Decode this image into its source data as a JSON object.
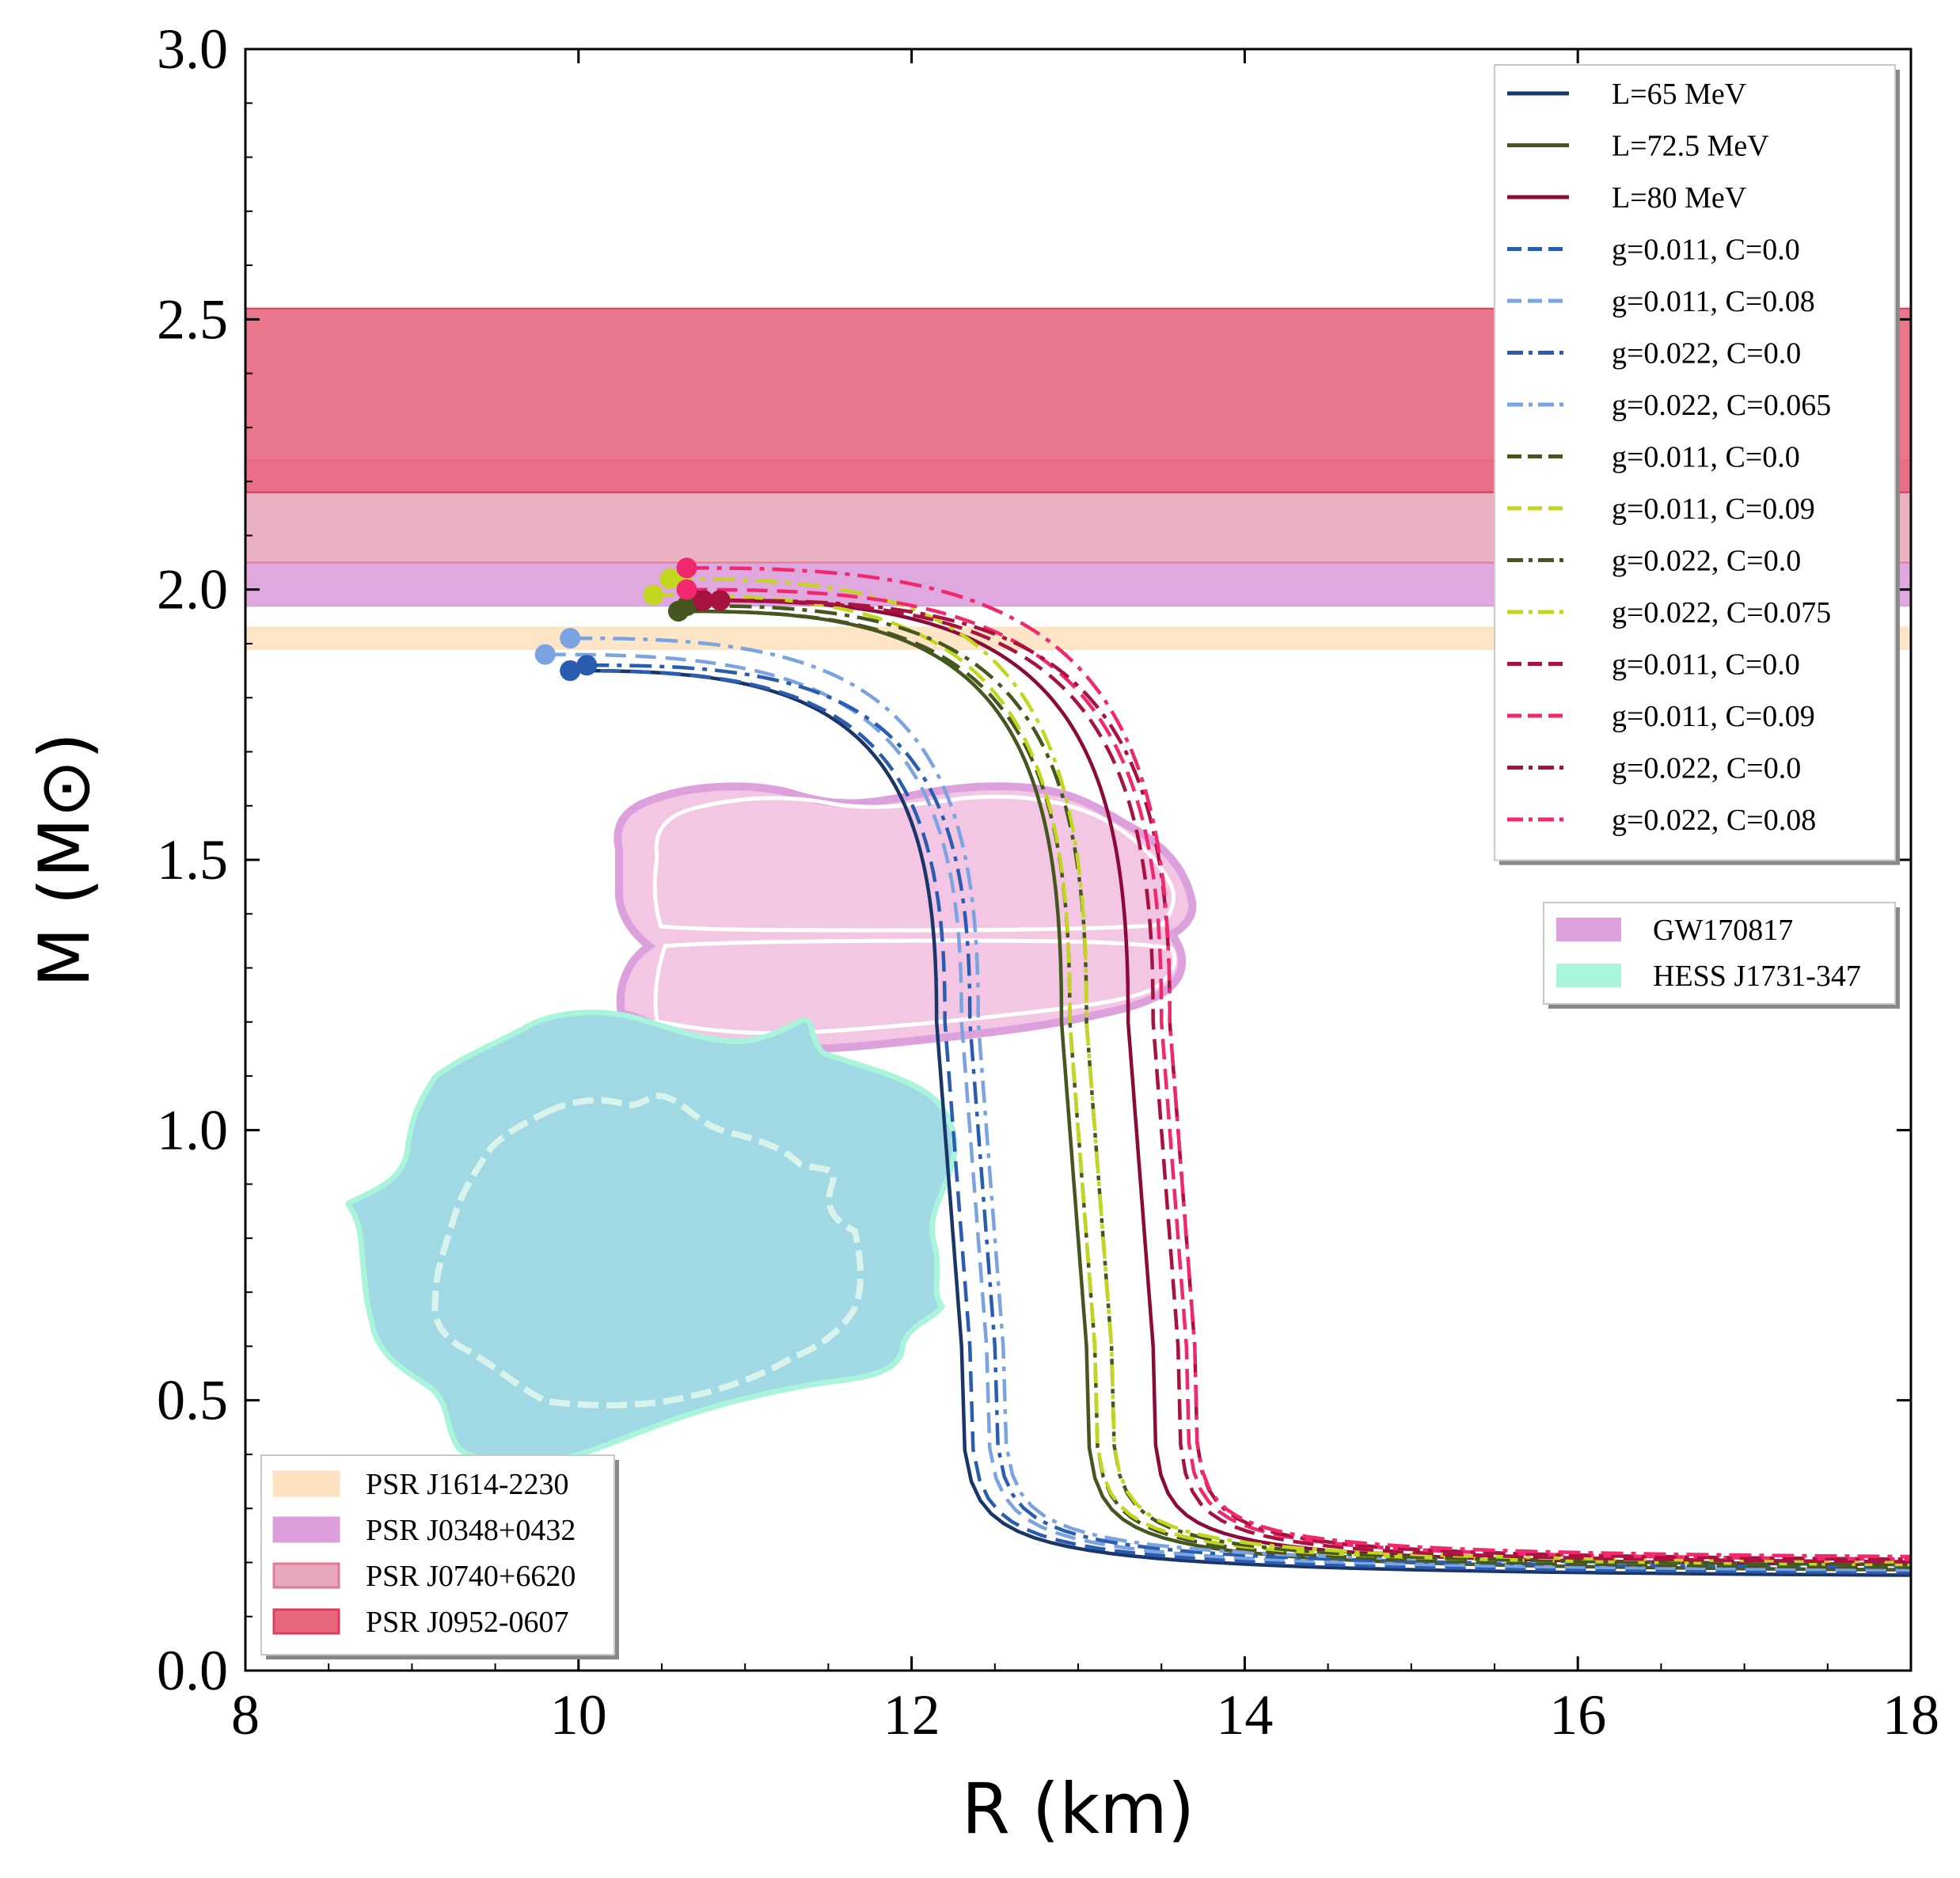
{
  "chart_data": {
    "type": "line",
    "xlabel": "R (km)",
    "ylabel": "M (M⊙)",
    "xlim": [
      8,
      18
    ],
    "ylim": [
      0.0,
      3.0
    ],
    "x_ticks": [
      "8",
      "10",
      "12",
      "14",
      "16",
      "18"
    ],
    "y_ticks": [
      "0.0",
      "0.5",
      "1.0",
      "1.5",
      "2.0",
      "2.5",
      "3.0"
    ],
    "grid": false,
    "legend_curves_placement": "top-right",
    "legend_regions_placement": "right",
    "legend_pulsars_placement": "bottom-left",
    "colors": {
      "L65": "#1a3568",
      "L72": "#45561f",
      "L80": "#8a0a3a",
      "blue_dark": "#2a5db0",
      "blue_light": "#7aa3df",
      "olive_dark": "#45561f",
      "lime": "#c2d61f",
      "crimson": "#a8123f",
      "pink": "#f2286e",
      "gw_fill": "#f3c7e3",
      "gw_edge": "#dca0dd",
      "hess_fill": "#a0d8e4",
      "hess_edge": "#a8f5dc"
    },
    "bands": [
      {
        "name": "PSR J1614-2230",
        "ymin": 1.89,
        "ymax": 1.93,
        "color": "#fde2c2",
        "edge": "#fde2c2"
      },
      {
        "name": "PSR J0348+0432",
        "ymin": 1.97,
        "ymax": 2.05,
        "color": "#dc9fdc",
        "edge": "#dc9fdc"
      },
      {
        "name": "PSR J0740+6620",
        "ymin": 2.05,
        "ymax": 2.24,
        "color": "#e8a8bb",
        "edge": "#e07a98"
      },
      {
        "name": "PSR J0952-0607",
        "ymin": 2.18,
        "ymax": 2.52,
        "color": "#e8677f",
        "edge": "#dc3c5c"
      }
    ],
    "regions": [
      {
        "name": "GW170817"
      },
      {
        "name": "HESS J1731-347"
      }
    ],
    "series": [
      {
        "name": "L=65 MeV",
        "color": "#1a3568",
        "style": "solid",
        "R_max": 9.95,
        "M_max": 1.85,
        "R_knee": 12.15,
        "R_tail": 12.0,
        "R_surf": 18.0,
        "M_surf": 0.17
      },
      {
        "name": "L=72.5 MeV",
        "color": "#45561f",
        "style": "solid",
        "R_max": 10.6,
        "M_max": 1.96,
        "R_knee": 12.9,
        "R_tail": 12.75,
        "R_surf": 18.0,
        "M_surf": 0.18
      },
      {
        "name": "L=80 MeV",
        "color": "#8a0a3a",
        "style": "solid",
        "R_max": 10.7,
        "M_max": 1.98,
        "R_knee": 13.3,
        "R_tail": 13.15,
        "R_surf": 18.0,
        "M_surf": 0.19
      },
      {
        "name": "g=0.011, C=0.0",
        "color": "#2a5db0",
        "style": "dash",
        "R_max": 9.95,
        "M_max": 1.85,
        "R_knee": 12.2,
        "R_tail": 12.05,
        "R_surf": 18.0,
        "M_surf": 0.175
      },
      {
        "name": "g=0.011, C=0.08",
        "color": "#7aa3df",
        "style": "dash",
        "R_max": 9.8,
        "M_max": 1.88,
        "R_knee": 12.3,
        "R_tail": 12.15,
        "R_surf": 18.0,
        "M_surf": 0.18
      },
      {
        "name": "g=0.022, C=0.0",
        "color": "#2a5db0",
        "style": "dashdot",
        "R_max": 10.05,
        "M_max": 1.86,
        "R_knee": 12.35,
        "R_tail": 12.2,
        "R_surf": 18.0,
        "M_surf": 0.185
      },
      {
        "name": "g=0.022, C=0.065",
        "color": "#7aa3df",
        "style": "dashdot",
        "R_max": 9.95,
        "M_max": 1.91,
        "R_knee": 12.4,
        "R_tail": 12.3,
        "R_surf": 18.0,
        "M_surf": 0.19
      },
      {
        "name": "g=0.011, C=0.0",
        "color": "#45561f",
        "style": "dash",
        "R_max": 10.6,
        "M_max": 1.96,
        "R_knee": 12.95,
        "R_tail": 12.8,
        "R_surf": 18.0,
        "M_surf": 0.185
      },
      {
        "name": "g=0.011, C=0.09",
        "color": "#c2d61f",
        "style": "dash",
        "R_max": 10.45,
        "M_max": 1.99,
        "R_knee": 12.95,
        "R_tail": 12.85,
        "R_surf": 18.0,
        "M_surf": 0.19
      },
      {
        "name": "g=0.022, C=0.0",
        "color": "#45561f",
        "style": "dashdot",
        "R_max": 10.65,
        "M_max": 1.97,
        "R_knee": 13.05,
        "R_tail": 12.9,
        "R_surf": 18.0,
        "M_surf": 0.19
      },
      {
        "name": "g=0.022, C=0.075",
        "color": "#c2d61f",
        "style": "dashdot",
        "R_max": 10.55,
        "M_max": 2.02,
        "R_knee": 13.05,
        "R_tail": 12.95,
        "R_surf": 18.0,
        "M_surf": 0.195
      },
      {
        "name": "g=0.011, C=0.0",
        "color": "#a8123f",
        "style": "dash",
        "R_max": 10.75,
        "M_max": 1.98,
        "R_knee": 13.45,
        "R_tail": 13.25,
        "R_surf": 18.0,
        "M_surf": 0.195
      },
      {
        "name": "g=0.011, C=0.09",
        "color": "#f2286e",
        "style": "dash",
        "R_max": 10.65,
        "M_max": 2.0,
        "R_knee": 13.5,
        "R_tail": 13.3,
        "R_surf": 18.0,
        "M_surf": 0.2
      },
      {
        "name": "g=0.022, C=0.0",
        "color": "#a8123f",
        "style": "dashdot",
        "R_max": 10.85,
        "M_max": 1.98,
        "R_knee": 13.55,
        "R_tail": 13.4,
        "R_surf": 18.0,
        "M_surf": 0.2
      },
      {
        "name": "g=0.022, C=0.08",
        "color": "#f2286e",
        "style": "dashdot",
        "R_max": 10.65,
        "M_max": 2.04,
        "R_knee": 13.55,
        "R_tail": 13.5,
        "R_surf": 18.0,
        "M_surf": 0.205
      }
    ]
  }
}
